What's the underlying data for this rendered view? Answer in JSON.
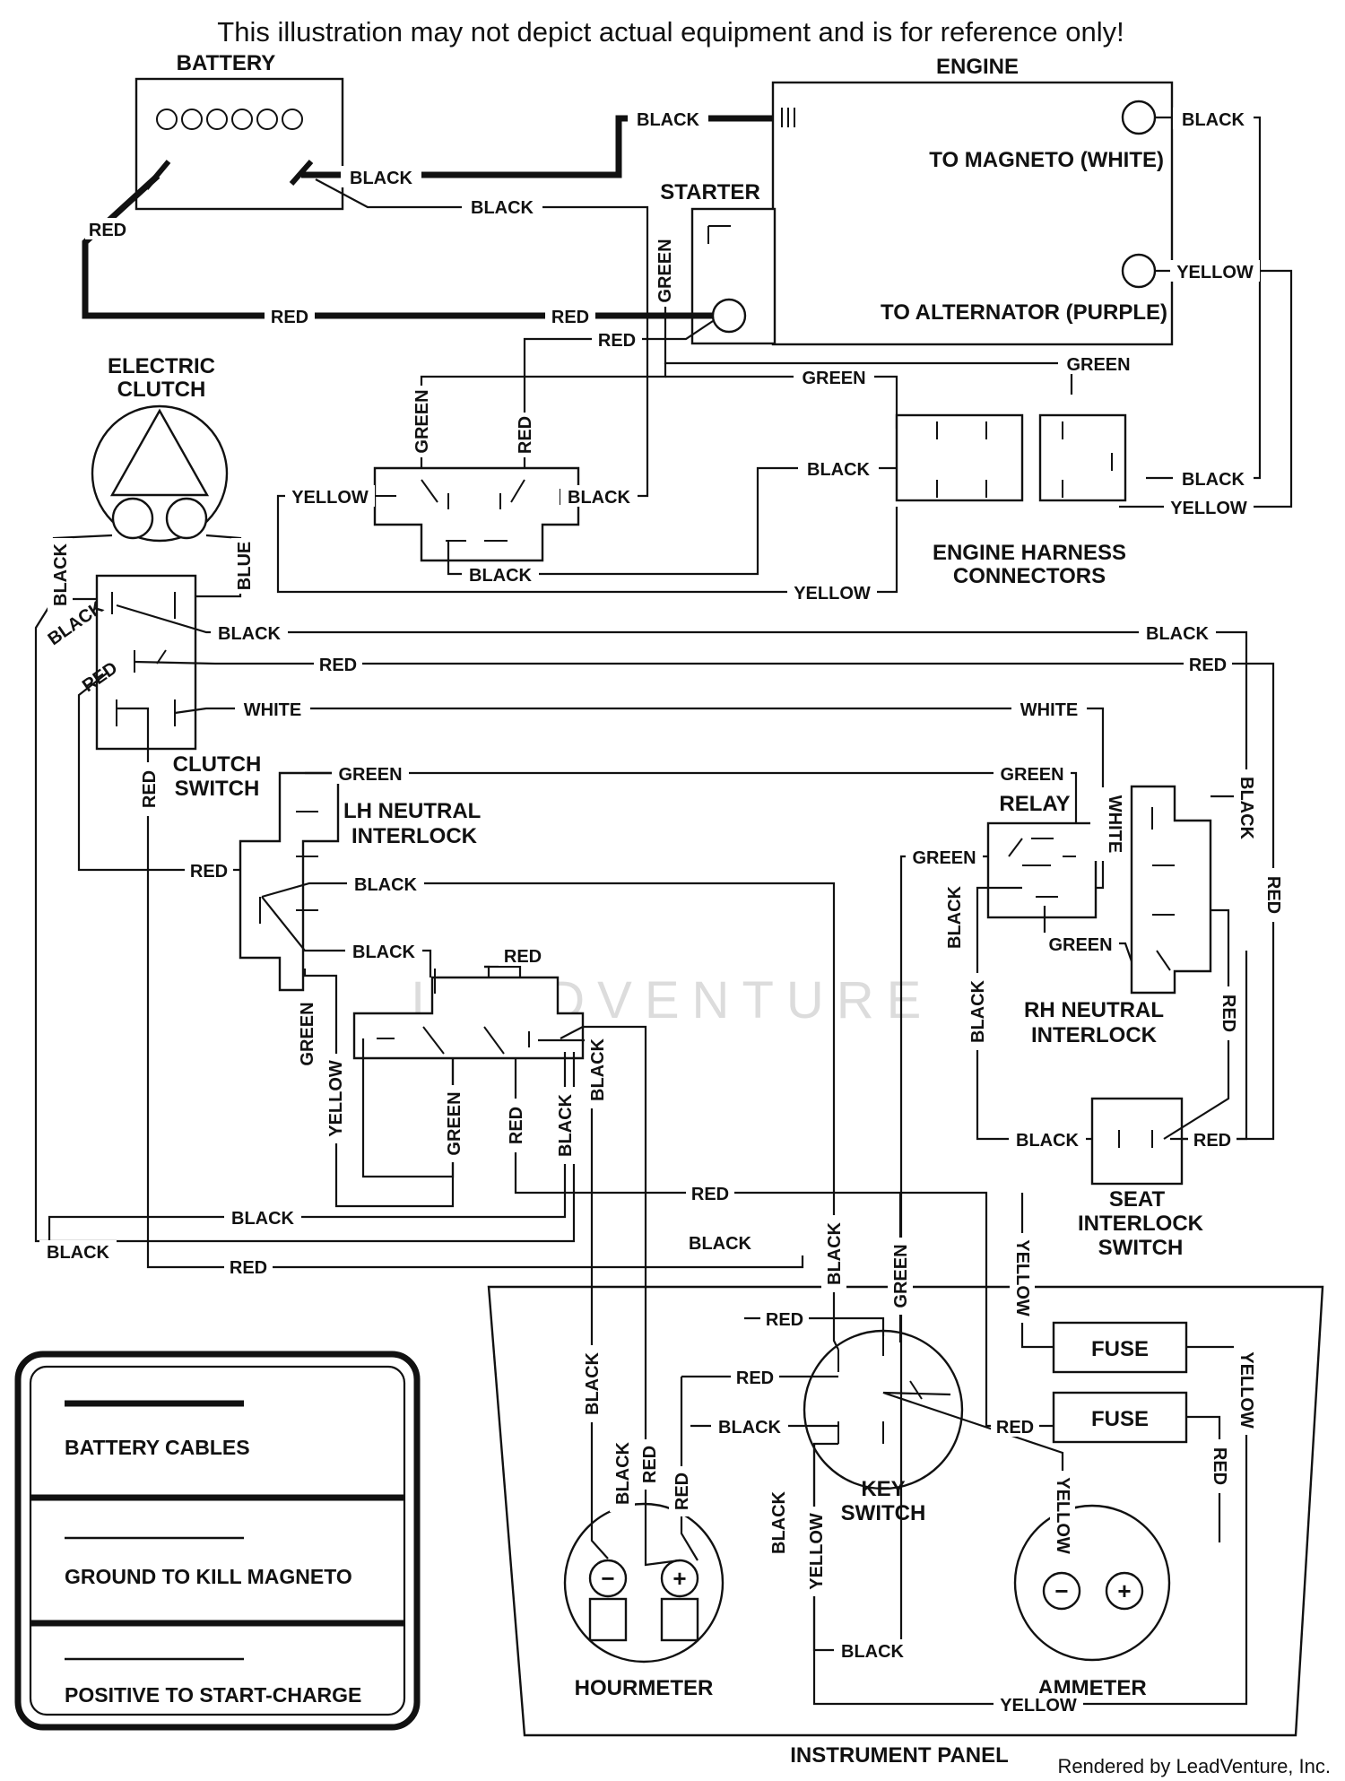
{
  "title": "This illustration may not depict actual equipment and is for reference only!",
  "credit": "Rendered by LeadVenture, Inc.",
  "watermark": "LEADVENTURE",
  "components": {
    "battery": "BATTERY",
    "engine": "ENGINE",
    "to_magneto": "TO MAGNETO (WHITE)",
    "to_alternator": "TO ALTERNATOR (PURPLE)",
    "starter": "STARTER",
    "electric_clutch_1": "ELECTRIC",
    "electric_clutch_2": "CLUTCH",
    "engine_harness_1": "ENGINE HARNESS",
    "engine_harness_2": "CONNECTORS",
    "clutch_switch_1": "CLUTCH",
    "clutch_switch_2": "SWITCH",
    "lh_neutral_1": "LH NEUTRAL",
    "lh_neutral_2": "INTERLOCK",
    "relay": "RELAY",
    "rh_neutral_1": "RH NEUTRAL",
    "rh_neutral_2": "INTERLOCK",
    "seat_1": "SEAT",
    "seat_2": "INTERLOCK",
    "seat_3": "SWITCH",
    "fuse_1": "FUSE",
    "fuse_2": "FUSE",
    "key_switch_1": "KEY",
    "key_switch_2": "SWITCH",
    "hourmeter": "HOURMETER",
    "ammeter": "AMMETER",
    "instrument_panel": "INSTRUMENT PANEL",
    "minus": "−",
    "plus": "+"
  },
  "legend": {
    "battery_cables": "BATTERY CABLES",
    "ground_kill": "GROUND TO KILL MAGNETO",
    "positive_start": "POSITIVE TO START-CHARGE"
  },
  "wires": {
    "black": "BLACK",
    "red": "RED",
    "green": "GREEN",
    "yellow": "YELLOW",
    "white": "WHITE",
    "blue": "BLUE"
  }
}
